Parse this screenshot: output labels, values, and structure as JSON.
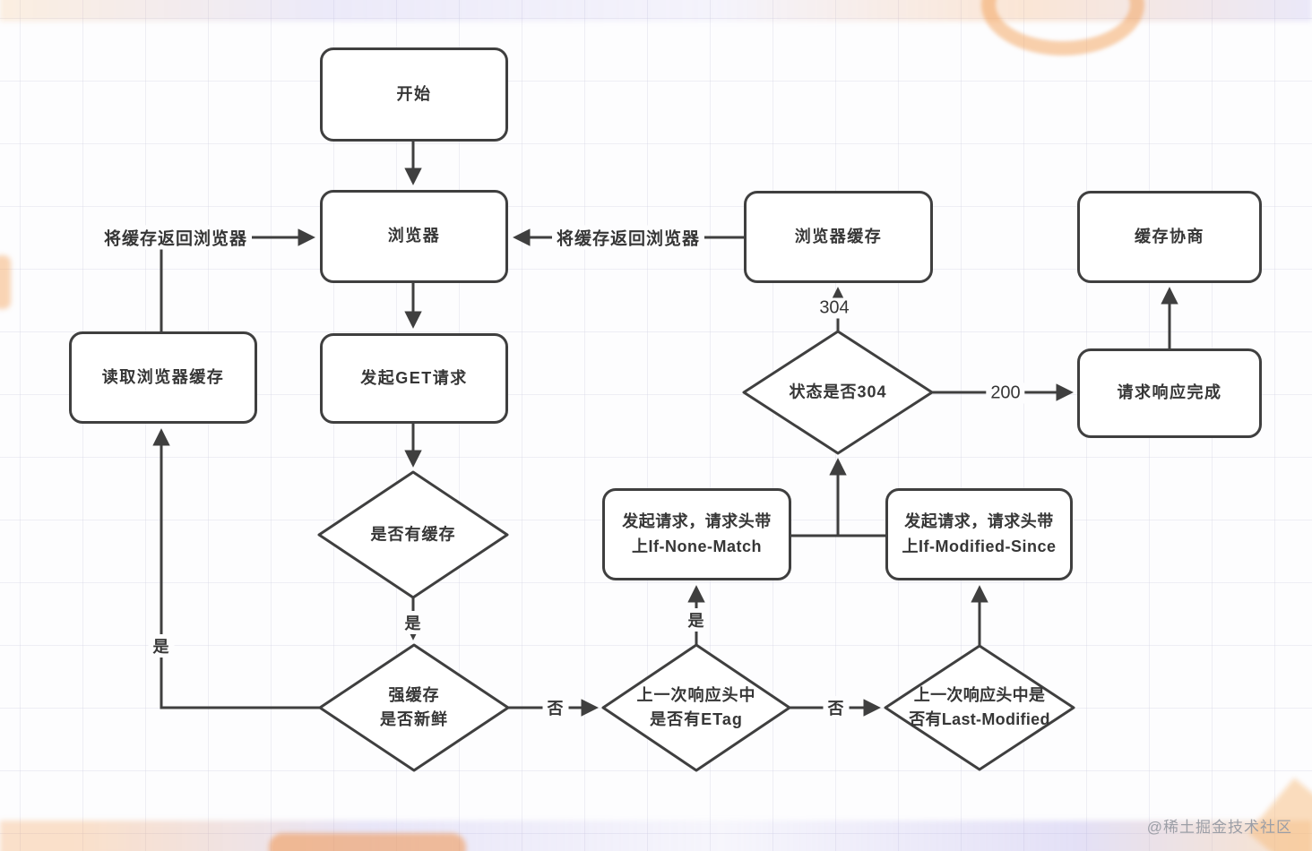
{
  "page": {
    "watermark": "@稀土掘金技术社区"
  },
  "colors": {
    "stroke": "#3f3f3f",
    "node_fill": "#ffffff",
    "text": "#363636",
    "canvas": "#fdfdfe",
    "watermark": "#9b9ea6"
  },
  "nodes": {
    "start": {
      "label": "开始"
    },
    "browser": {
      "label": "浏览器"
    },
    "read_browser_cache": {
      "label": "读取浏览器缓存"
    },
    "get_request": {
      "label": "发起GET请求"
    },
    "browser_cache": {
      "label": "浏览器缓存"
    },
    "cache_negotiation": {
      "label": "缓存协商"
    },
    "response_done": {
      "label": "请求响应完成"
    },
    "if_none_match": {
      "line1": "发起请求，请求头带",
      "line2": "上If-None-Match"
    },
    "if_modified_since": {
      "line1": "发起请求，请求头带",
      "line2": "上If-Modified-Since"
    },
    "has_cache": {
      "label": "是否有缓存"
    },
    "strong_cache_fresh": {
      "line1": "强缓存",
      "line2": "是否新鲜"
    },
    "has_etag": {
      "line1": "上一次响应头中",
      "line2": "是否有ETag"
    },
    "has_last_modified": {
      "line1": "上一次响应头中是",
      "line2": "否有Last-Modified"
    },
    "status_is_304": {
      "label": "状态是否304"
    }
  },
  "edge_labels": {
    "return_cache_to_browser_left": "将缓存返回浏览器",
    "return_cache_to_browser_mid": "将缓存返回浏览器",
    "yes_has_cache": "是",
    "yes_strong_fresh": "是",
    "yes_has_etag": "是",
    "no_strong_fresh": "否",
    "no_has_etag": "否",
    "status_304": "304",
    "status_200": "200"
  }
}
